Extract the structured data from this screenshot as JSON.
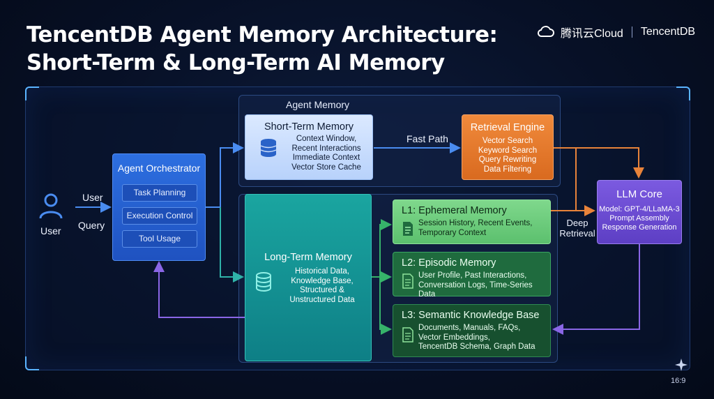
{
  "header": {
    "title_line1": "TencentDB Agent Memory Architecture:",
    "title_line2": "Short-Term & Long-Term AI Memory",
    "brand_cloud": "腾讯云Cloud",
    "brand_db": "TencentDB"
  },
  "user": {
    "label": "User",
    "arrow_top": "User",
    "arrow_bottom": "Query"
  },
  "orchestrator": {
    "title": "Agent Orchestrator",
    "items": [
      "Task Planning",
      "Execution Control",
      "Tool Usage"
    ]
  },
  "agent_memory": {
    "label": "Agent Memory"
  },
  "short_term": {
    "title": "Short-Term Memory",
    "lines": [
      "Context Window,",
      "Recent Interactions",
      "Immediate Context",
      "Vector Store Cache"
    ]
  },
  "fast_path": "Fast Path",
  "retrieval": {
    "title": "Retrieval Engine",
    "lines": [
      "Vector Search",
      "Keyword Search",
      "Query Rewriting",
      "Data Filtering"
    ]
  },
  "long_term": {
    "title": "Long-Term Memory",
    "lines": [
      "Historical Data,",
      "Knowledge Base,",
      "Structured &",
      "Unstructured Data"
    ]
  },
  "l1": {
    "title": "L1: Ephemeral Memory",
    "lines": [
      "Session History, Recent Events,",
      "Temporary Context"
    ]
  },
  "l2": {
    "title": "L2: Episodic Memory",
    "lines": [
      "User Profile, Past Interactions,",
      "Conversation Logs, Time-Series Data"
    ]
  },
  "l3": {
    "title": "L3: Semantic Knowledge Base",
    "lines": [
      "Documents, Manuals, FAQs,",
      "Vector Embeddings,",
      "TencentDB Schema, Graph Data"
    ]
  },
  "deep_retrieval": {
    "line1": "Deep",
    "line2": "Retrieval"
  },
  "llm": {
    "title": "LLM Core",
    "lines": [
      "Model: GPT-4/LLaMA-3",
      "Prompt Assembly",
      "Response Generation"
    ]
  },
  "aspect": "16:9",
  "colors": {
    "orchestrator": "#2d6fe0",
    "short_term": "#c8dcfb",
    "retrieval": "#e87a2c",
    "long_term": "#139191",
    "l1": "#6ccb7b",
    "l2": "#1f6b3e",
    "l3": "#17502f",
    "llm": "#6a4bd2"
  },
  "icons": [
    "user-icon",
    "database-icon",
    "document-icon",
    "cloud-logo-icon",
    "sparkle-icon"
  ]
}
